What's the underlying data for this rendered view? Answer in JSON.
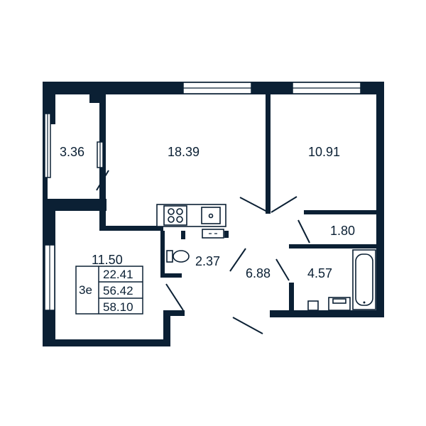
{
  "rooms": {
    "balcony": "3.36",
    "living_room": "18.39",
    "bedroom": "10.91",
    "closet": "1.80",
    "kitchen": "11.50",
    "toilet": "2.37",
    "hallway": "6.88",
    "bathroom": "4.57"
  },
  "summary": {
    "type_label": "3e",
    "living_area": "22.41",
    "total_area": "56.42",
    "total_with_balcony": "58.10"
  },
  "colors": {
    "wall": "#0b2034",
    "background": "#ffffff"
  },
  "icons": [
    "stove-icon",
    "sink-icon",
    "washer-icon",
    "toilet-icon",
    "bathtub-icon"
  ]
}
